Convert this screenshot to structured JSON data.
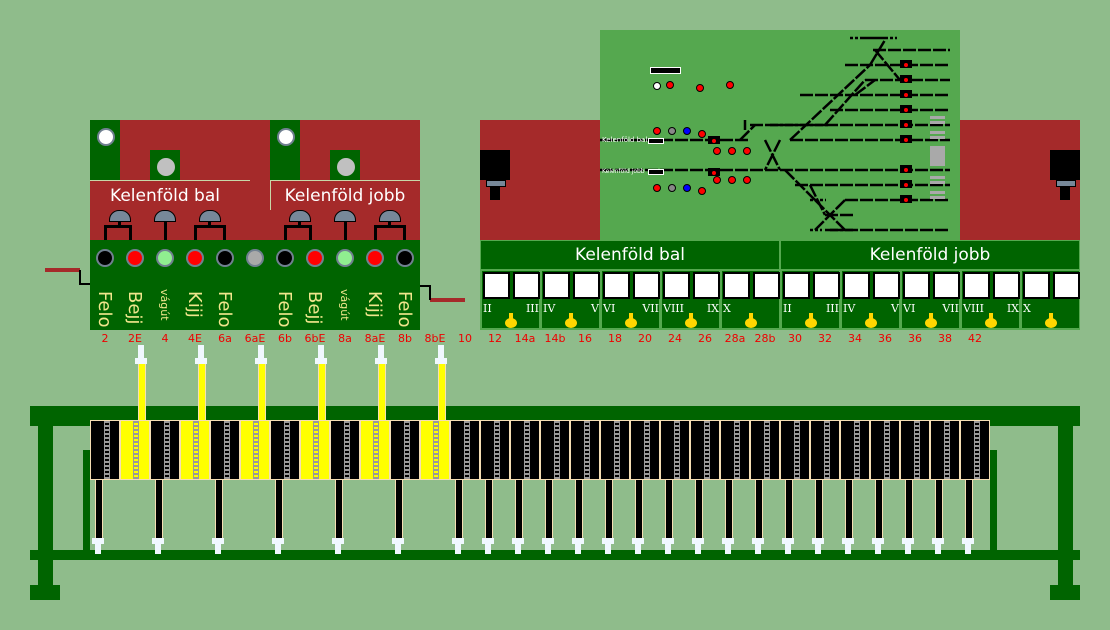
{
  "left_panel": {
    "titles": [
      "Kelenföld bal",
      "Kelenföld jobb"
    ],
    "lamps": [
      {
        "name": "lamp-felo-1",
        "color": "#000000"
      },
      {
        "name": "lamp-bejj-1",
        "color": "#ff0000"
      },
      {
        "name": "lamp-vagut-1",
        "color": "#90ee90"
      },
      {
        "name": "lamp-kijj-1",
        "color": "#ff0000"
      },
      {
        "name": "lamp-felo-2",
        "color": "#000000"
      },
      {
        "name": "lamp-mid",
        "color": "#a9a9a9"
      },
      {
        "name": "lamp-felo-3",
        "color": "#000000"
      },
      {
        "name": "lamp-bejj-2",
        "color": "#ff0000"
      },
      {
        "name": "lamp-vagut-2",
        "color": "#90ee90"
      },
      {
        "name": "lamp-kijj-2",
        "color": "#ff0000"
      },
      {
        "name": "lamp-felo-4",
        "color": "#000000"
      }
    ],
    "labels": [
      "Felo",
      "Bejj",
      "vágút",
      "Kijj",
      "Felo",
      "",
      "Felo",
      "Bejj",
      "vágút",
      "Kijj",
      "Felo"
    ]
  },
  "right_panel": {
    "titles": [
      "Kelenföld bal",
      "Kelenföld jobb"
    ],
    "groups": [
      {
        "left": "II",
        "right": "III"
      },
      {
        "left": "IV",
        "right": "V"
      },
      {
        "left": "VI",
        "right": "VII"
      },
      {
        "left": "VIII",
        "right": "IX"
      },
      {
        "left": "X",
        "right": ""
      }
    ]
  },
  "diagram": {
    "station_labels": [
      "Kelenföld bal",
      "Kelenföld jobb"
    ]
  },
  "lever_numbers": [
    "2",
    "2E",
    "4",
    "4E",
    "6a",
    "6aE",
    "6b",
    "6bE",
    "8a",
    "8aE",
    "8b",
    "8bE",
    "10",
    "12",
    "14a",
    "14b",
    "16",
    "18",
    "20",
    "24",
    "26",
    "28a",
    "28b",
    "30",
    "32",
    "34",
    "36",
    "36",
    "38",
    "42"
  ],
  "levers": {
    "count": 30,
    "pulled": [
      1,
      3,
      5,
      7,
      9,
      11
    ]
  },
  "colors": {
    "background": "#8fbc8b",
    "panel_red": "#a52a2a",
    "panel_green": "#006400",
    "diagram_green": "#55a84f",
    "lever_pulled": "#ffff00",
    "number_red": "#ff0000"
  }
}
